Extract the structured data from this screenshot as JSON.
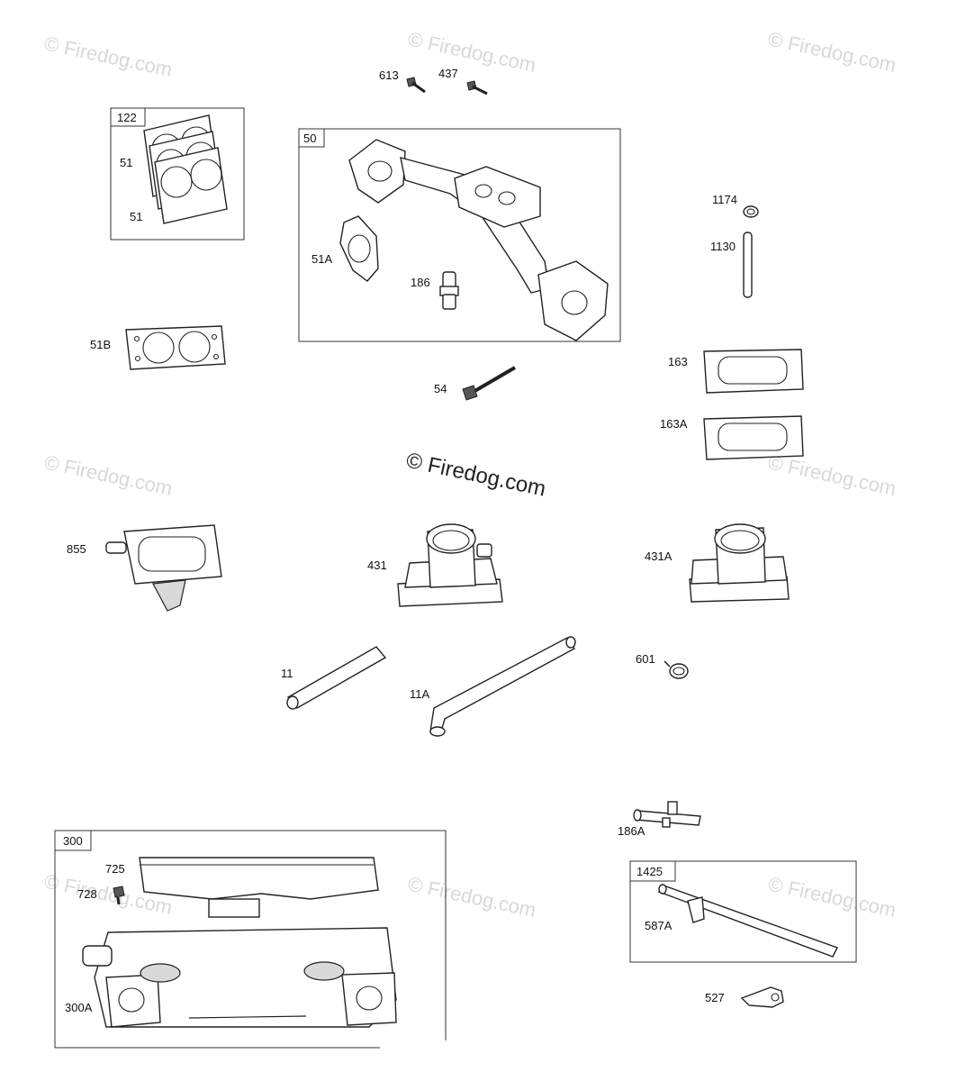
{
  "watermark": {
    "tile_text": "© Firedog.com",
    "center_text": "© Firedog.com"
  },
  "boxes": [
    {
      "id": "box-122",
      "label": "122"
    },
    {
      "id": "box-50",
      "label": "50"
    },
    {
      "id": "box-300",
      "label": "300"
    },
    {
      "id": "box-1425",
      "label": "1425"
    }
  ],
  "callouts": {
    "c613": "613",
    "c437": "437",
    "c51a_top": "51",
    "c51b_bot": "51",
    "c51A": "51A",
    "c186": "186",
    "c1174": "1174",
    "c1130": "1130",
    "c51B": "51B",
    "c54": "54",
    "c163": "163",
    "c163A": "163A",
    "c855": "855",
    "c431": "431",
    "c431A": "431A",
    "c11": "11",
    "c11A": "11A",
    "c601": "601",
    "c186A": "186A",
    "c725": "725",
    "c728": "728",
    "c300A": "300A",
    "c587A": "587A",
    "c527": "527"
  }
}
